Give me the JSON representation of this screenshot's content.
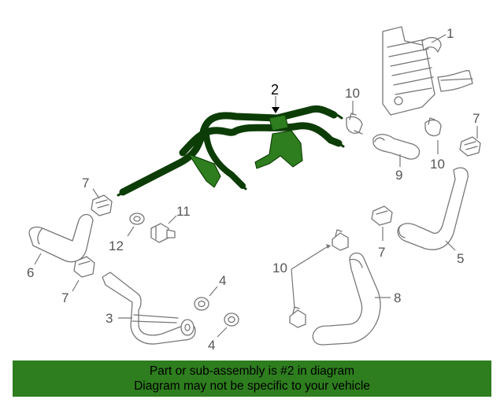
{
  "callouts": {
    "c1": "1",
    "c2": "2",
    "c3": "3",
    "c4a": "4",
    "c4b": "4",
    "c5": "5",
    "c6": "6",
    "c7a": "7",
    "c7b": "7",
    "c7c": "7",
    "c7d": "7",
    "c8": "8",
    "c9": "9",
    "c10a": "10",
    "c10b": "10",
    "c10c": "10",
    "c11": "11",
    "c12": "12"
  },
  "highlighted_part": "2",
  "colors": {
    "highlight": "#2e7d1e",
    "outline": "#777777",
    "banner": "#2e7d1e"
  },
  "banner": {
    "line1": "Part or sub-assembly is #2 in diagram",
    "line2": "Diagram may not be specific to your vehicle"
  }
}
